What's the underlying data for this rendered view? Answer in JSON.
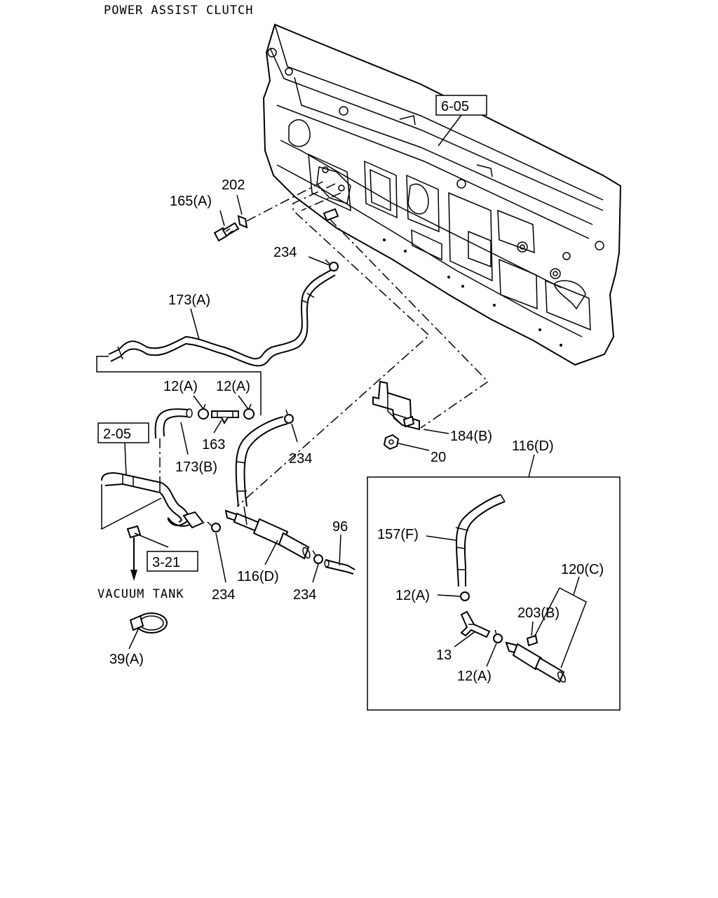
{
  "title": "POWER ASSIST CLUTCH",
  "refs": {
    "r605": "6-05",
    "r205": "2-05",
    "r321": "3-21"
  },
  "labels": {
    "l202": "202",
    "l165a": "165(A)",
    "l234a": "234",
    "l173a": "173(A)",
    "l12a_1": "12(A)",
    "l12a_2": "12(A)",
    "l163": "163",
    "l173b": "173(B)",
    "l234b": "234",
    "l184b": "184(B)",
    "l20": "20",
    "l116d_top": "116(D)",
    "l96": "96",
    "l116d": "116(D)",
    "l234c": "234",
    "l234d": "234",
    "vacuum": "VACUUM TANK",
    "l39a": "39(A)",
    "l157f": "157(F)",
    "l12a_3": "12(A)",
    "l120c": "120(C)",
    "l203b": "203(B)",
    "l13": "13",
    "l12a_4": "12(A)"
  }
}
